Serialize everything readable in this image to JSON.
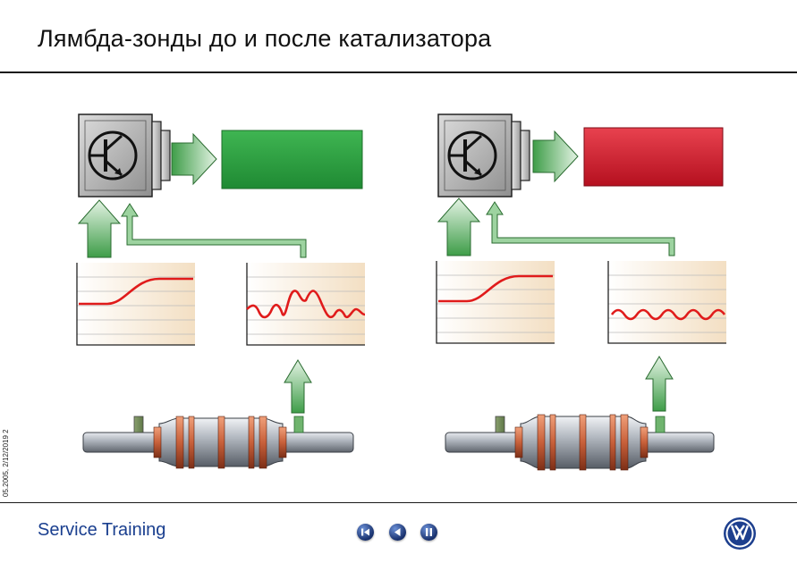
{
  "slide": {
    "title": "Лямбда-зонды до и после катализатора",
    "side_meta": "05.2005, 2/12/2019    2",
    "footer_brand": "Service Training"
  },
  "navigation": {
    "buttons": [
      {
        "name": "first-slide-button",
        "icon": "skip-back-icon"
      },
      {
        "name": "previous-slide-button",
        "icon": "triangle-left-icon"
      },
      {
        "name": "pause-button",
        "icon": "pause-icon"
      }
    ]
  },
  "logo": {
    "name": "volkswagen-logo",
    "colors": {
      "ring": "#1d3f8e",
      "fill": "#ffffff"
    }
  },
  "colors": {
    "ok_box": "#2a9a3c",
    "fault_box": "#cc1f2e",
    "arrow_green": "#4ea956",
    "signal_red": "#e01b1b",
    "chart_bg": "#f8ecd8",
    "ecu_grey": "#b7b7b7",
    "pipe_grey": "#9ea4ac",
    "flange_copper": "#c8603a"
  },
  "diagram": {
    "panels": [
      {
        "id": "left",
        "status": "ok",
        "catalyst": "working",
        "upstream_signal": "step",
        "downstream_signal": "large-irregular-oscillation"
      },
      {
        "id": "right",
        "status": "fault",
        "catalyst": "faulty",
        "upstream_signal": "step",
        "downstream_signal": "small-regular-oscillation"
      }
    ]
  }
}
